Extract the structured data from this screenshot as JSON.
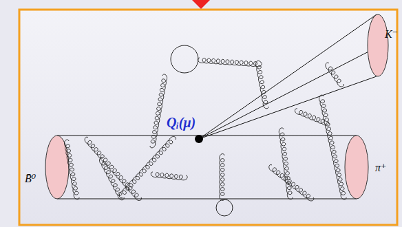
{
  "diagram": {
    "labels": [
      "K⁻",
      "B̄⁰",
      "π⁺",
      "Qᵢ(μ)"
    ]
  }
}
